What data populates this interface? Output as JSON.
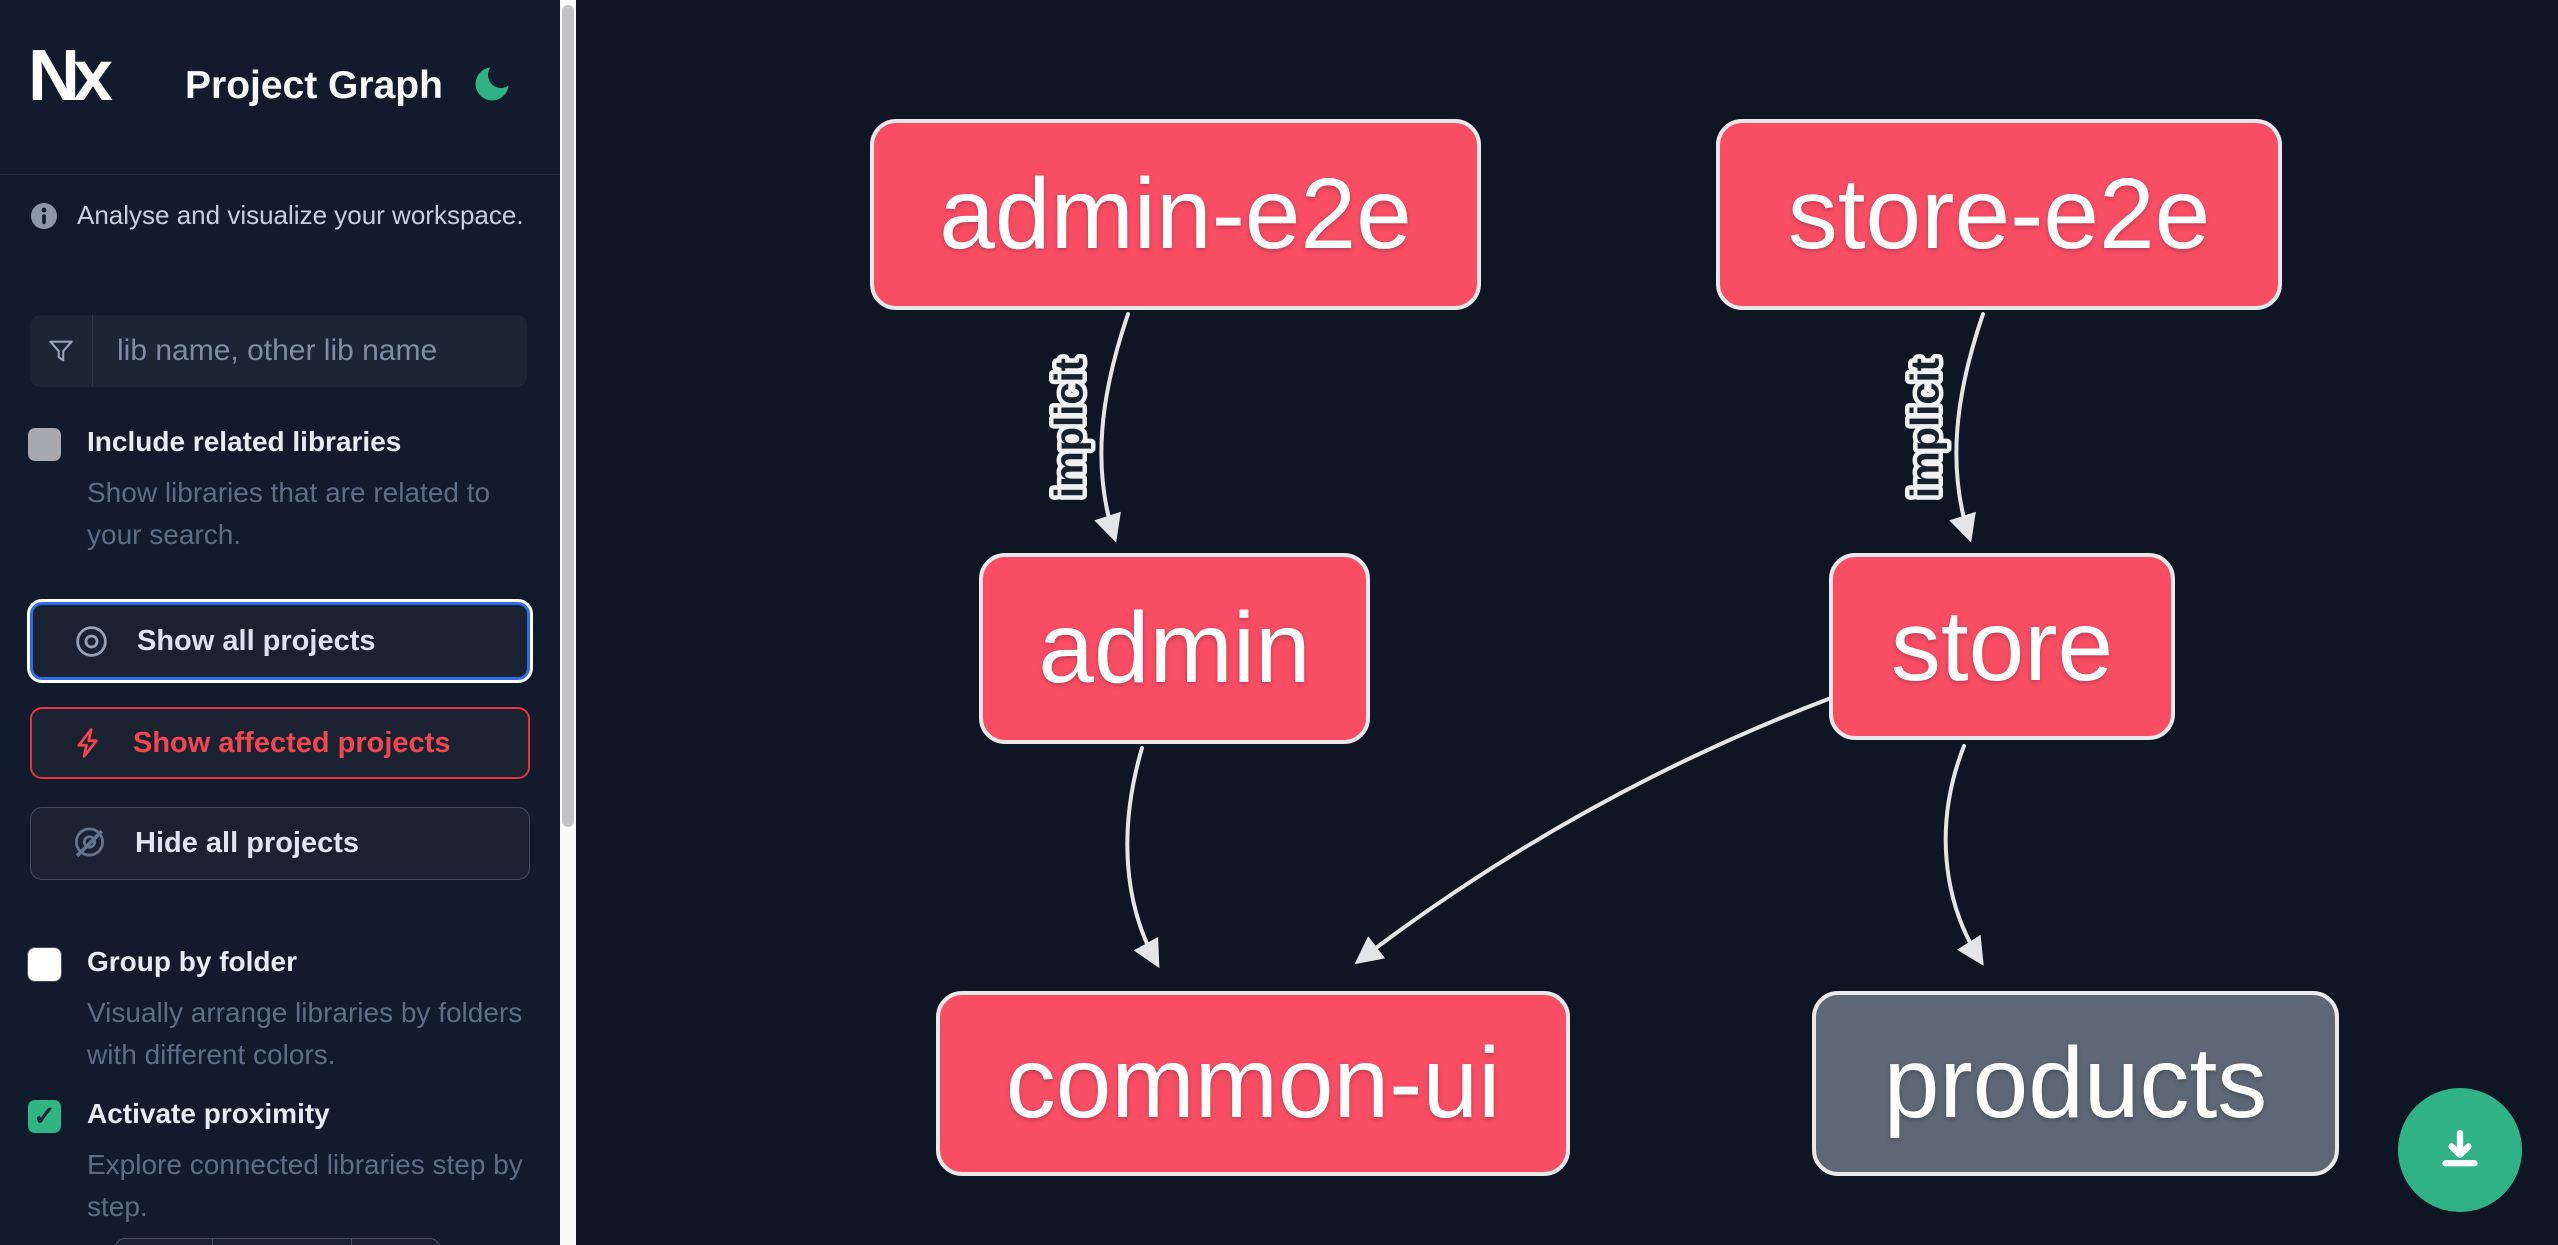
{
  "header": {
    "logo": "Nx",
    "title": "Project Graph",
    "theme_icon": "crescent-moon",
    "accent_green": "#2eb286"
  },
  "sidebar": {
    "tagline": "Analyse and visualize your workspace.",
    "search": {
      "placeholder": "lib name, other lib name",
      "icon": "funnel-icon"
    },
    "toggles": [
      {
        "label": "Include related libraries",
        "description": "Show libraries that are related to your search.",
        "checked": false
      },
      {
        "label": "Group by folder",
        "description": "Visually arrange libraries by folders with different colors.",
        "checked": false
      },
      {
        "label": "Activate proximity",
        "description": "Explore connected libraries step by step.",
        "checked": true,
        "check_glyph": "✓"
      }
    ],
    "buttons": [
      {
        "label": "Show all projects",
        "icon": "eye-icon",
        "accent": "#2f6ceb",
        "focused": true
      },
      {
        "label": "Show affected projects",
        "icon": "bolt-icon",
        "accent": "#f2464f"
      },
      {
        "label": "Hide all projects",
        "icon": "eye-off-icon",
        "accent": "#3f4b61"
      }
    ]
  },
  "graph": {
    "nodes": [
      {
        "id": "admin-e2e",
        "label": "admin-e2e",
        "color": "#f94d64"
      },
      {
        "id": "store-e2e",
        "label": "store-e2e",
        "color": "#f94d64"
      },
      {
        "id": "admin",
        "label": "admin",
        "color": "#f94d64"
      },
      {
        "id": "store",
        "label": "store",
        "color": "#f94d64"
      },
      {
        "id": "common-ui",
        "label": "common-ui",
        "color": "#f94d64"
      },
      {
        "id": "products",
        "label": "products",
        "color": "#5d6775"
      }
    ],
    "edges": [
      {
        "from": "admin-e2e",
        "to": "admin",
        "label": "implicit"
      },
      {
        "from": "store-e2e",
        "to": "store",
        "label": "implicit"
      },
      {
        "from": "admin",
        "to": "common-ui",
        "label": ""
      },
      {
        "from": "store",
        "to": "common-ui",
        "label": ""
      },
      {
        "from": "store",
        "to": "products",
        "label": ""
      }
    ],
    "edge_color": "#e4e5e8"
  },
  "fab": {
    "icon": "download-icon",
    "color": "#2eb286"
  }
}
